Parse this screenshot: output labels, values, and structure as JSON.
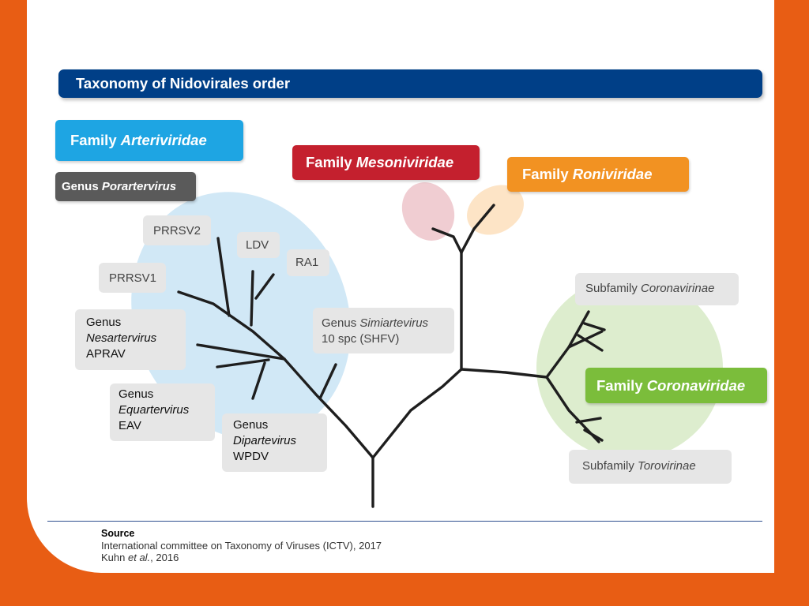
{
  "title": "Taxonomy of Nidovirales order",
  "families": {
    "arteriviridae": {
      "prefix": "Family ",
      "name": "Arteriviridae",
      "color": "#1ea5e3"
    },
    "mesoniviridae": {
      "prefix": "Family ",
      "name": "Mesoniviridae",
      "color": "#c4202e"
    },
    "roniviridae": {
      "prefix": "Family ",
      "name": "Roniviridae",
      "color": "#f29222"
    },
    "coronaviridae": {
      "prefix": "Family ",
      "name": "Coronaviridae",
      "color": "#7bbd3b"
    }
  },
  "genus_porartervirus": {
    "prefix": "Genus ",
    "name": "Porartervirus",
    "color": "#5a5a5a"
  },
  "leaf_labels": {
    "prrsv2": "PRRSV2",
    "ldv": "LDV",
    "ra1": "RA1",
    "prrsv1": "PRRSV1"
  },
  "genera": {
    "nesartervirus": {
      "line1": "Genus",
      "name": "Nesartervirus",
      "line3": "APRAV"
    },
    "equartervirus": {
      "line1": "Genus",
      "name": "Equartervirus",
      "line3": "EAV"
    },
    "dipartevirus": {
      "line1": "Genus",
      "name": "Dipartevirus",
      "line3": "WPDV"
    },
    "simiartevirus": {
      "prefix": "Genus ",
      "name": "Simiartevirus",
      "line2": "10 spc (SHFV)"
    }
  },
  "subfamilies": {
    "coronavirinae": {
      "prefix": "Subfamily ",
      "name": "Coronavirinae"
    },
    "torovirinae": {
      "prefix": "Subfamily ",
      "name": "Torovirinae"
    }
  },
  "source": {
    "heading": "Source",
    "line1": "International committee on Taxonomy of Viruses (ICTV), 2017",
    "line2_pre": "Kuhn ",
    "line2_em": "et al.",
    "line2_post": ", 2016"
  },
  "colors": {
    "background_frame": "#e85d14",
    "title_bar": "#003f87",
    "branch": "#1e1e1e"
  }
}
